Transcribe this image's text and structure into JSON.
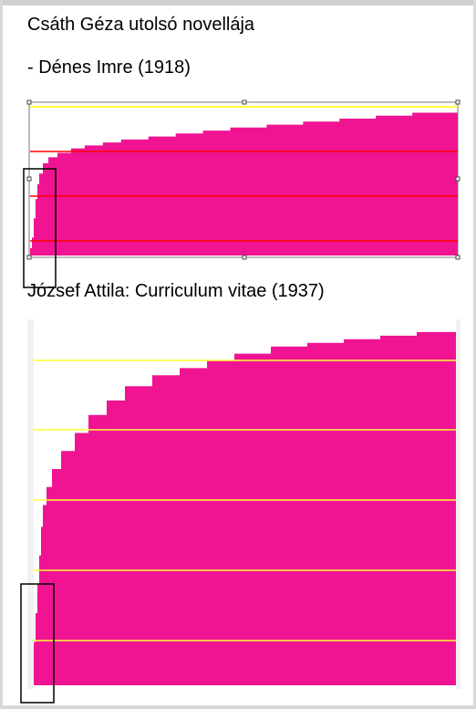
{
  "texts": {
    "title": "Csáth Géza utolsó novellája",
    "subtitle1": "- Dénes Imre (1918)",
    "subtitle2": "József Attila: Curriculum vitae (1937)"
  },
  "colors": {
    "fill": "#f01493",
    "grid_top": "#ffff00",
    "grid_red": "#ff0000",
    "grid_bottom": "#ffff33"
  },
  "chart_data": [
    {
      "type": "area",
      "title": "- Dénes Imre (1918)",
      "x": [
        0,
        2,
        4,
        6,
        8,
        10,
        14,
        20,
        30,
        45,
        60,
        80,
        100,
        130,
        160,
        190,
        220,
        260,
        300,
        340,
        380,
        420,
        470
      ],
      "values": [
        5,
        12,
        25,
        38,
        48,
        55,
        62,
        66,
        69,
        72,
        74,
        76,
        78,
        80,
        82,
        84,
        86,
        88,
        90,
        92,
        94,
        96,
        100
      ],
      "xlim": [
        0,
        470
      ],
      "ylim": [
        0,
        100
      ],
      "grid": true
    },
    {
      "type": "area",
      "title": "József Attila: Curriculum vitae (1937)",
      "x": [
        0,
        2,
        4,
        6,
        8,
        10,
        14,
        20,
        30,
        45,
        60,
        80,
        100,
        130,
        160,
        190,
        220,
        260,
        300,
        340,
        380,
        420,
        463
      ],
      "values": [
        12,
        20,
        28,
        36,
        44,
        50,
        55,
        60,
        65,
        70,
        75,
        79,
        83,
        86,
        88,
        90,
        92,
        94,
        95,
        96,
        97,
        98,
        100
      ],
      "xlim": [
        0,
        463
      ],
      "ylim": [
        0,
        100
      ],
      "grid": true
    }
  ]
}
